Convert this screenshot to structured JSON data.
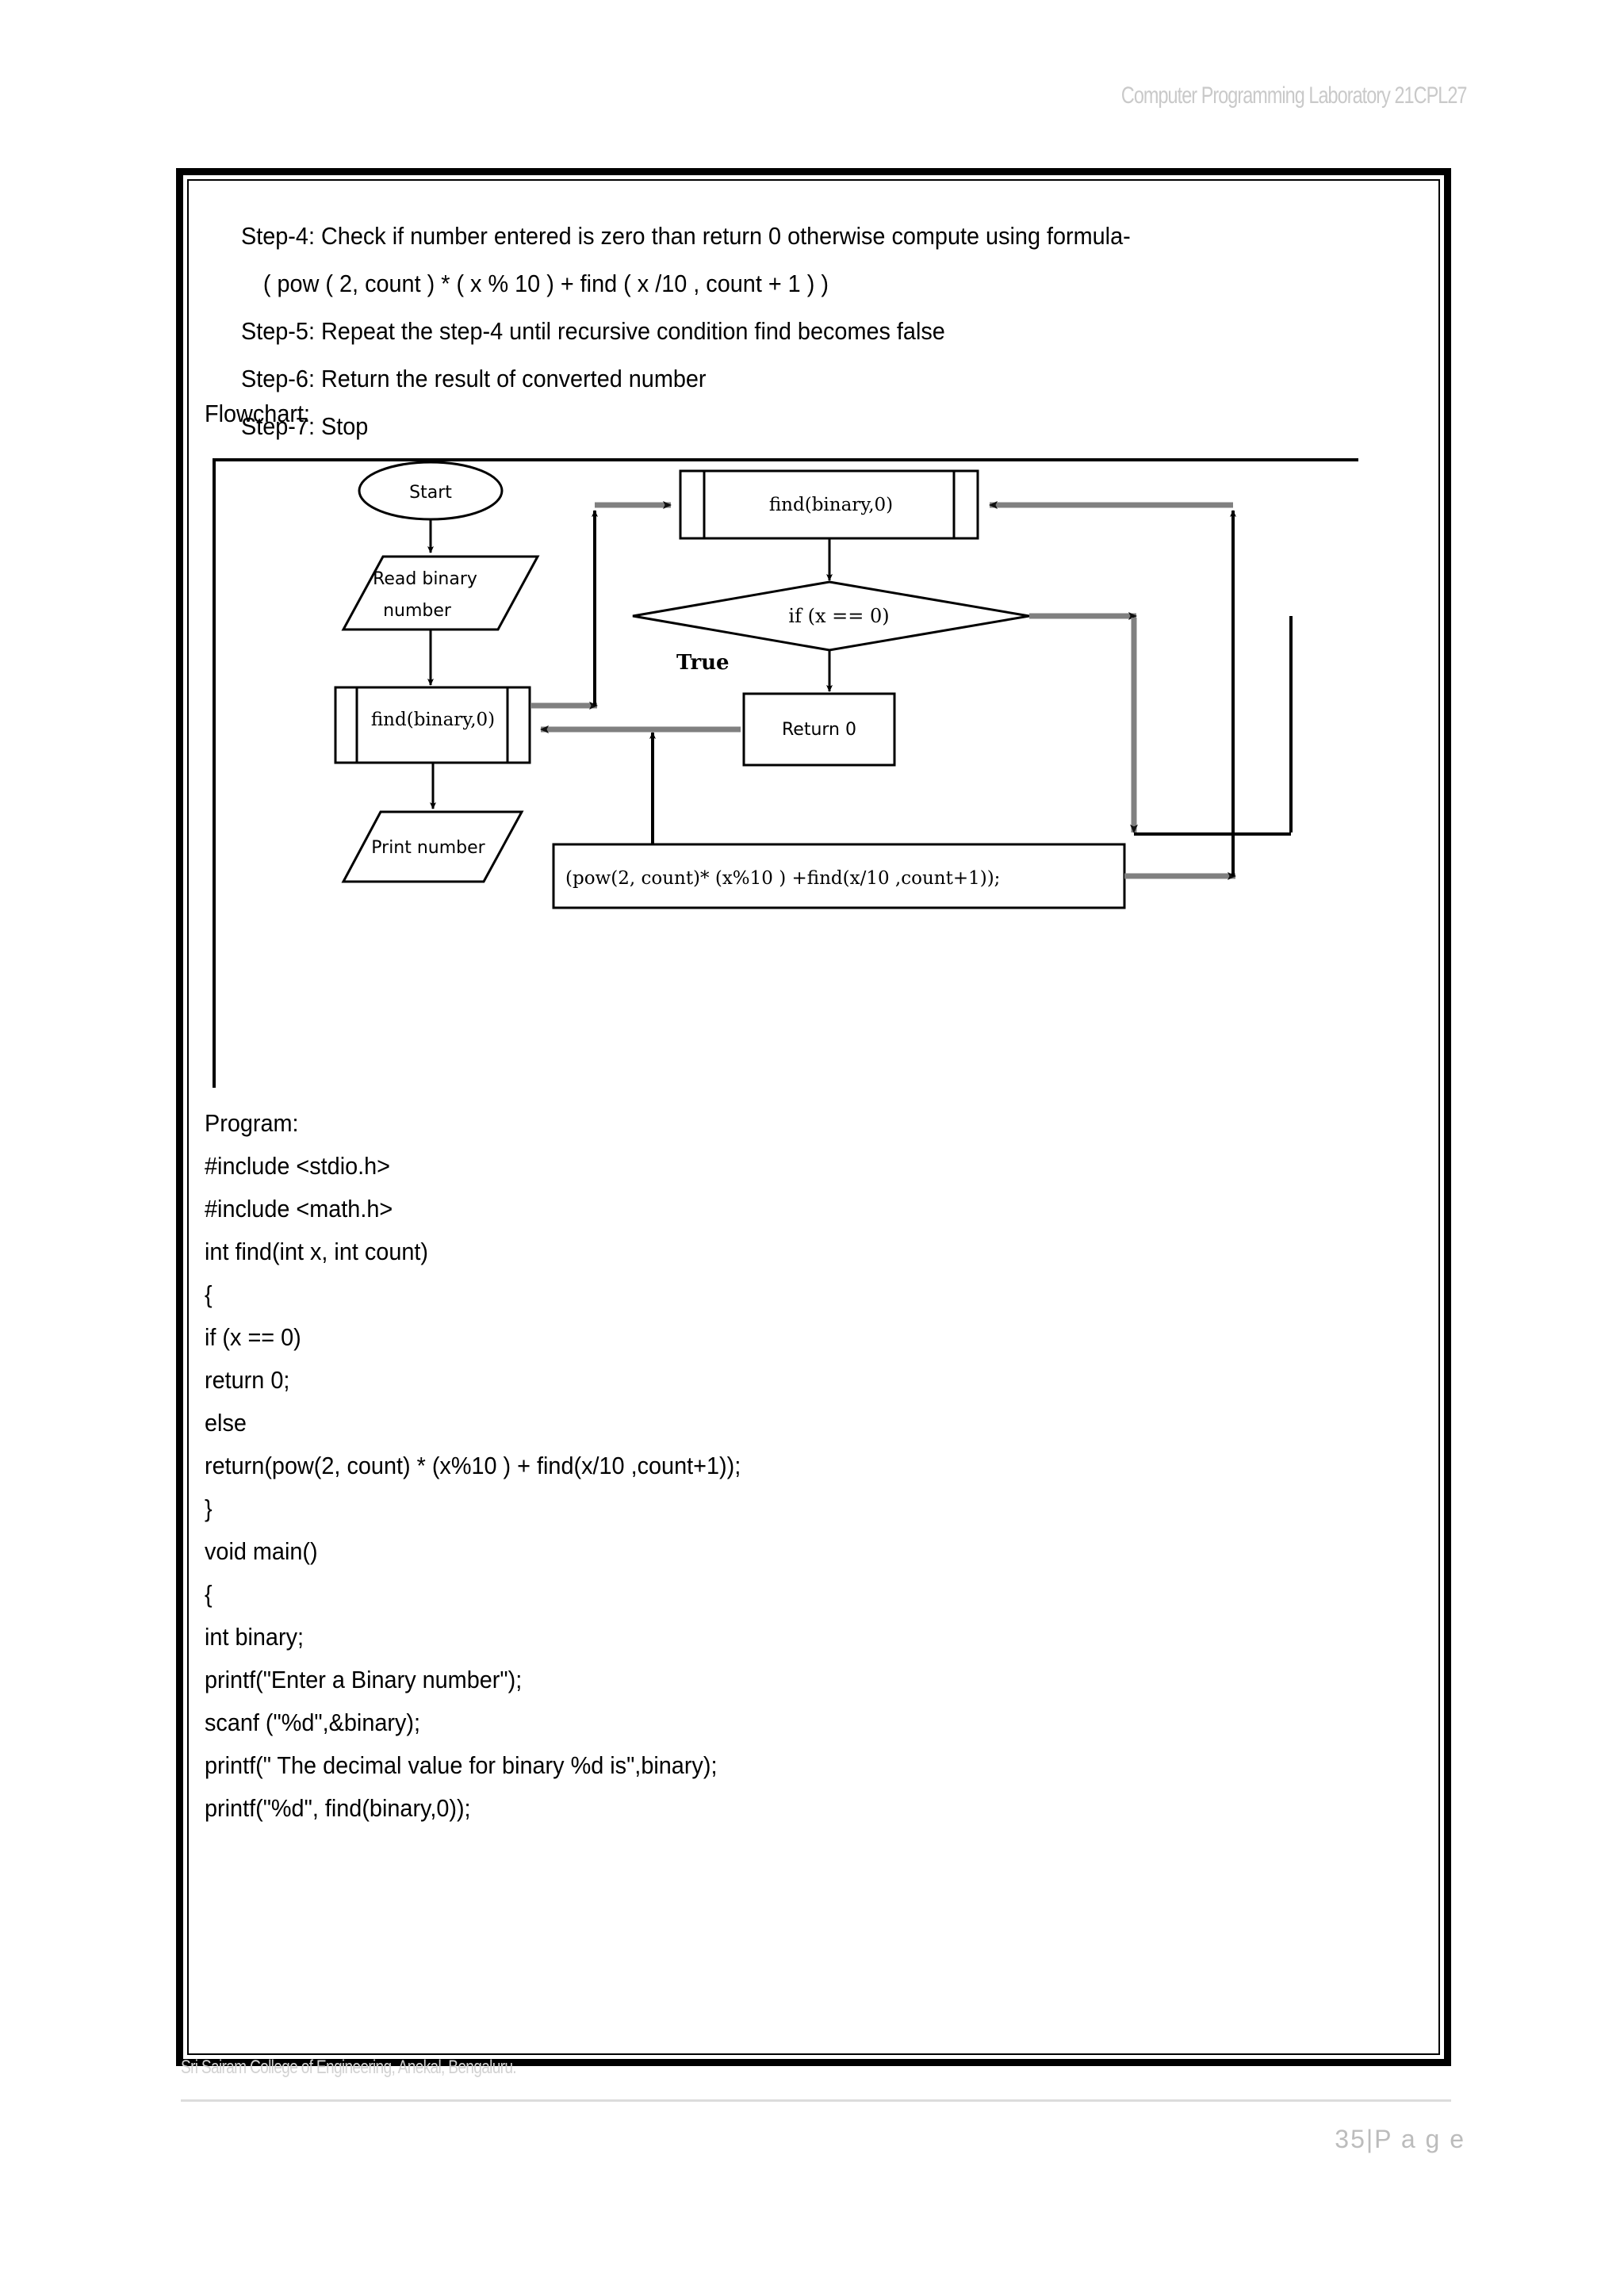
{
  "header": {
    "running_title": "Computer Programming Laboratory 21CPL27"
  },
  "steps": [
    {
      "text": "Step-4: Check if number entered is zero than return 0 otherwise compute using formula-",
      "indent": false
    },
    {
      "text": "( pow ( 2, count ) * ( x % 10 ) + find ( x /10 , count + 1 ) )",
      "indent": true
    },
    {
      "text": "Step-5: Repeat the step-4 until recursive condition find becomes false",
      "indent": false
    },
    {
      "text": "Step-6: Return the result of converted number",
      "indent": false
    },
    {
      "text": "Step-7: Stop",
      "indent": false
    }
  ],
  "labels": {
    "flowchart": "Flowchart:",
    "program": "Program:"
  },
  "flowchart": {
    "nodes": {
      "start": "Start",
      "read_line1": "Read binary",
      "read_line2": "number",
      "call_find_main": "find(binary,0)",
      "print": "Print number",
      "call_find_sub": "find(binary,0)",
      "decision": "if (x == 0)",
      "true_label": "True",
      "return_zero": "Return  0",
      "recursive_expr": "(pow(2, count)* (x%10 ) +find(x/10 ,count+1));"
    }
  },
  "program_code": [
    "#include <stdio.h>",
    "#include <math.h>",
    "int find(int x, int count)",
    "{",
    "if (x == 0)",
    "return 0;",
    "else",
    "return(pow(2, count) * (x%10 ) + find(x/10 ,count+1));",
    "}",
    "void main()",
    "{",
    "int binary;",
    "printf(\"Enter a Binary number\");",
    "scanf (\"%d\",&binary);",
    "printf(\" The decimal value for binary %d is\",binary);",
    "printf(\"%d\", find(binary,0));"
  ],
  "footer": {
    "college": "Sri Sairam College of Engineering, Anekal, Bengaluru.",
    "page_number": "35|P a g e"
  },
  "colors": {
    "ink": "#000000",
    "watermark": "#c9c9c9",
    "connector_gray": "#808080"
  }
}
